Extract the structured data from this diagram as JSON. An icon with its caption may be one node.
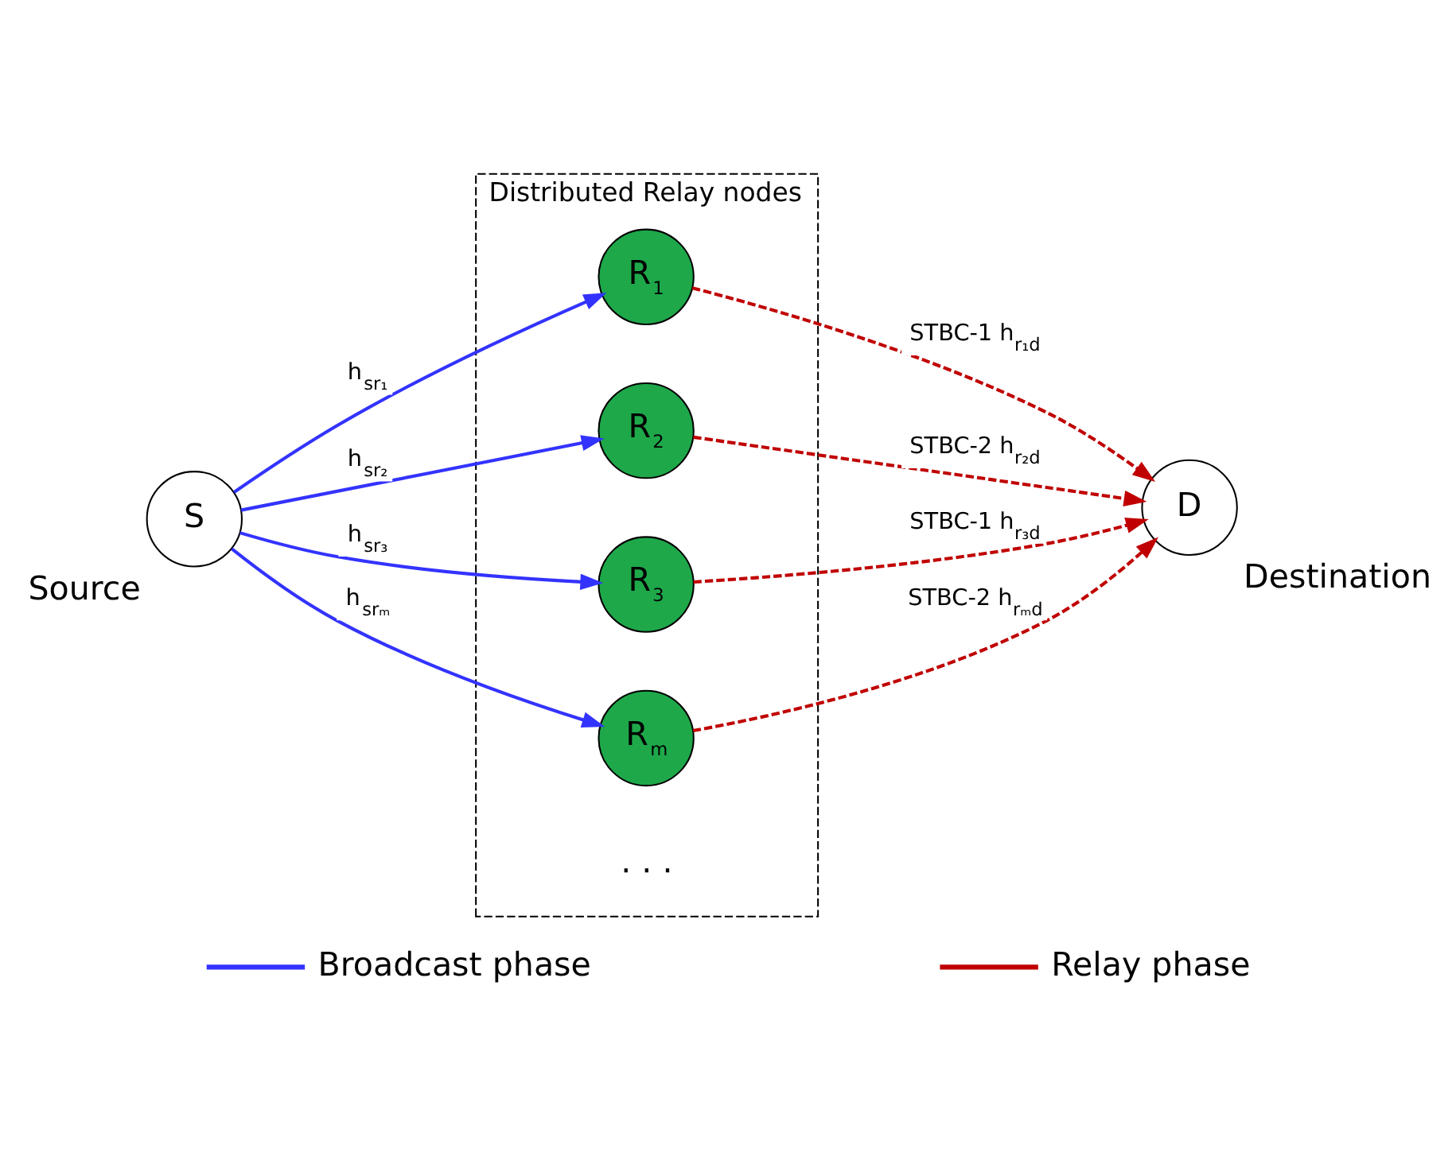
{
  "diagram": {
    "nodes": [
      {
        "text": [
          "S"
        ],
        "beside": [
          "Source"
        ]
      },
      {
        "text": [
          "Distributed Relay nodes"
        ]
      },
      {
        "text": [
          "R$_{1}$"
        ],
        "in": 1
      },
      {
        "text": [
          "R$_{2}$"
        ],
        "in": 1
      },
      {
        "text": [
          "R$_{3}$"
        ],
        "in": 1
      },
      {
        "text": [
          "R$_{m}$"
        ],
        "in": 1
      },
      {
        "text": [
          "D"
        ],
        "beside": [
          "Destination"
        ]
      }
    ],
    "edges": [
      {
        "from": 0,
        "to": 2,
        "arrow": "to",
        "label": "h$_{sr₁}$"
      },
      {
        "from": 0,
        "to": 3,
        "arrow": "to",
        "label": "h$_{sr₂}$"
      },
      {
        "from": 0,
        "to": 4,
        "arrow": "to",
        "label": "h$_{sr₃}$"
      },
      {
        "from": 0,
        "to": 5,
        "arrow": "to",
        "label": "h$_{srₘ}$"
      },
      {
        "from": 2,
        "to": 6,
        "arrow": "to",
        "label": "STBC-1 h$_{r₁d}$",
        "style": "dashed",
        "color": "#c00000"
      },
      {
        "from": 3,
        "to": 6,
        "arrow": "to",
        "label": "STBC-2 h$_{r₂d}$",
        "style": "dashed",
        "color": "#c00000"
      },
      {
        "from": 4,
        "to": 6,
        "arrow": "to",
        "label": "STBC-1 h$_{r₃d}$",
        "style": "dashed",
        "color": "#c00000"
      },
      {
        "from": 5,
        "to": 6,
        "arrow": "to",
        "label": "STBC-2 h$_{rₘd}$",
        "style": "dashed",
        "color": "#c00000"
      }
    ],
    "labels": [
      "· · ·"
    ],
    "legend": [
      {
        "text": "Broadcast phase"
      },
      {
        "text": "Relay phase"
      }
    ]
  }
}
